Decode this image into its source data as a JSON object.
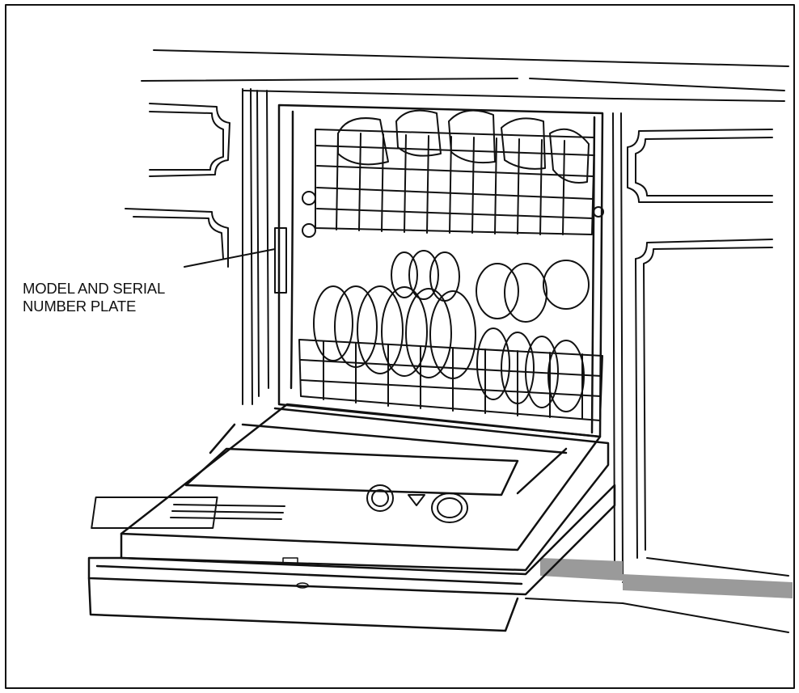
{
  "callout": {
    "line1": "MODEL AND SERIAL",
    "line2": "NUMBER PLATE"
  },
  "colors": {
    "ink": "#111111",
    "paper": "#ffffff",
    "floor_shade": "#9a9a9a"
  },
  "components": {
    "upper_rack": "upper-rack",
    "lower_rack": "lower-rack",
    "door": "open-door",
    "control_knob": "cycle-knob",
    "detergent_dispenser": "dispenser",
    "rating_plate": "model-serial-plate"
  }
}
